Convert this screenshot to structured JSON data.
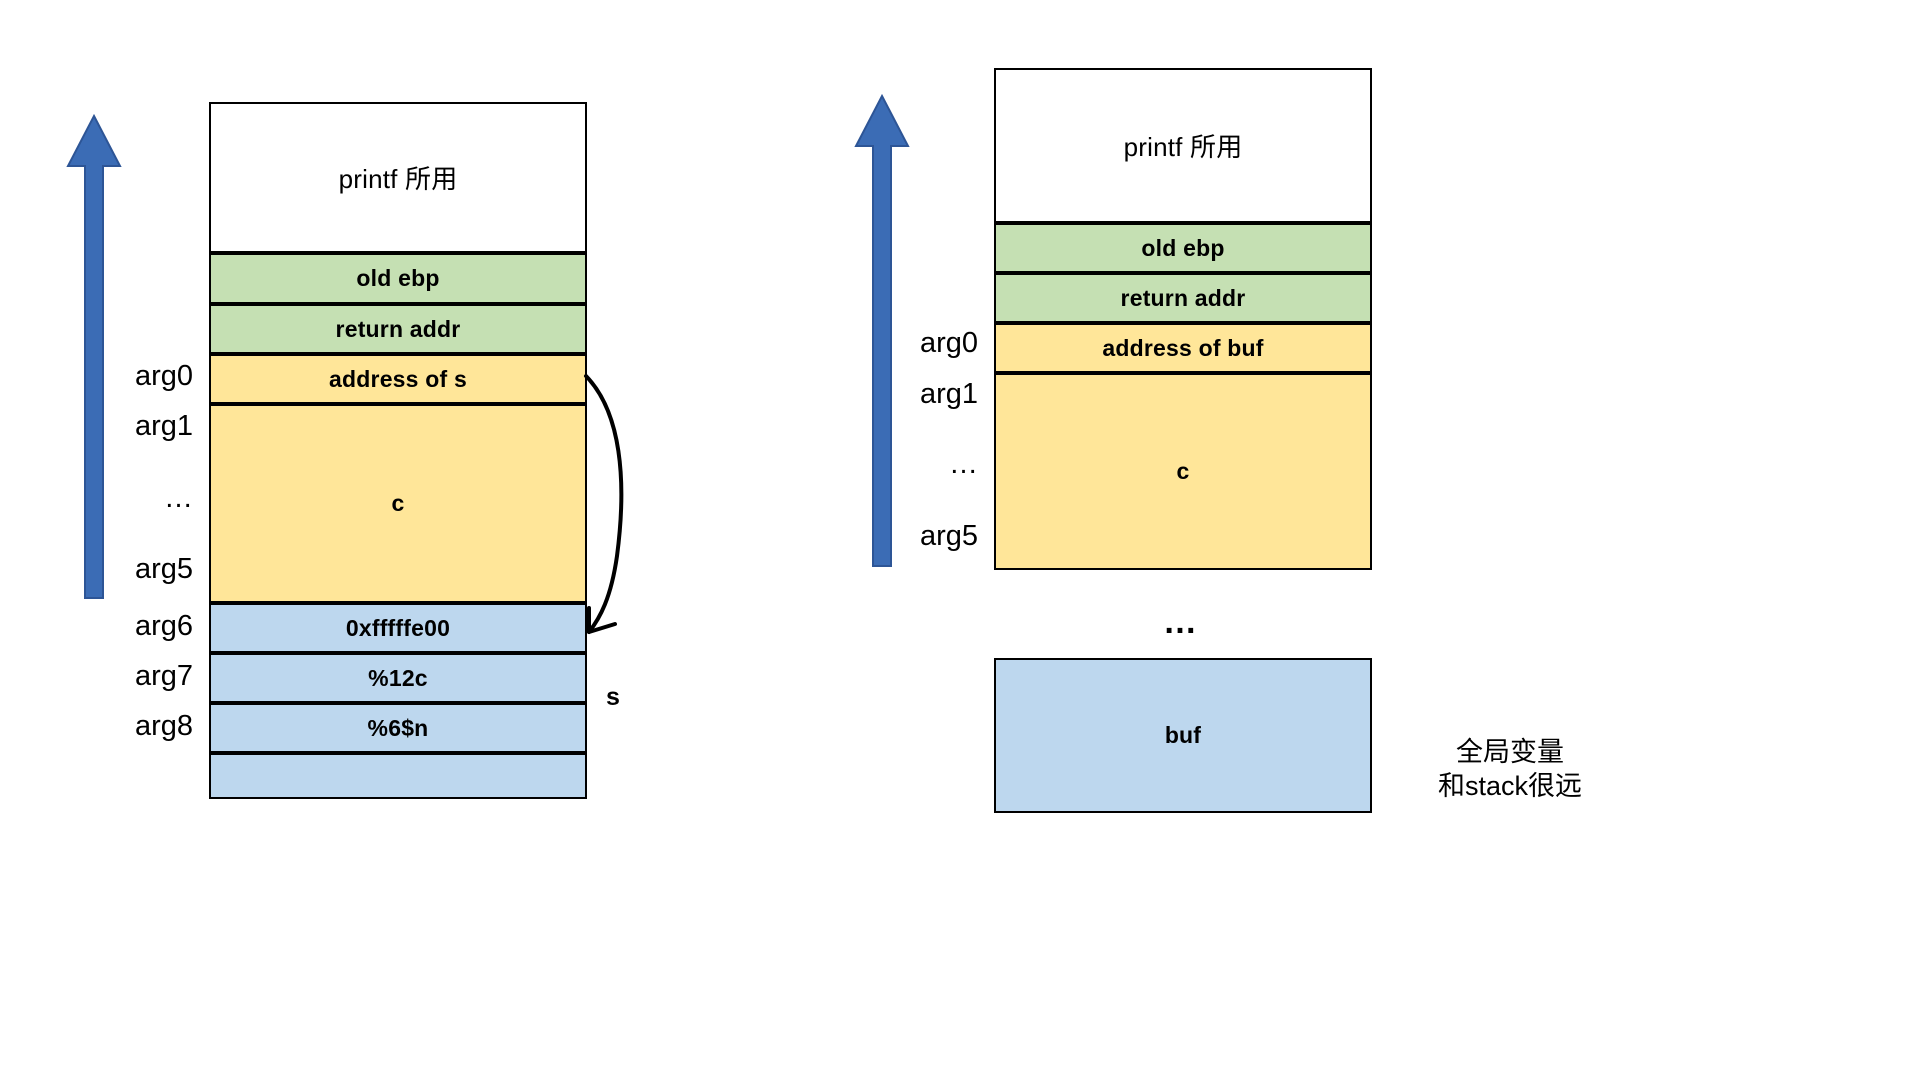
{
  "diagram": {
    "title_semantic": "printf-format-string-stack-layout",
    "colors": {
      "white": "#ffffff",
      "green": "#c5e0b3",
      "yellow": "#ffe699",
      "blue": "#bdd7ee",
      "arrow_blue": "#3b6cb5",
      "stroke": "#000000"
    },
    "left_stack": {
      "name": "stack-on-stack-case",
      "cells": [
        {
          "label": "printf 所用",
          "color": "white",
          "bold": false
        },
        {
          "label": "old ebp",
          "color": "green",
          "bold": true
        },
        {
          "label": "return addr",
          "color": "green",
          "bold": true
        },
        {
          "label": "address of s",
          "color": "yellow",
          "bold": true
        },
        {
          "label": "c",
          "color": "yellow",
          "bold": true
        },
        {
          "label": "0xfffffe00",
          "color": "blue",
          "bold": true
        },
        {
          "label": "%12c",
          "color": "blue",
          "bold": true
        },
        {
          "label": "%6$n",
          "color": "blue",
          "bold": true
        },
        {
          "label": "",
          "color": "blue",
          "bold": true
        }
      ],
      "arg_labels": [
        "arg0",
        "arg1",
        "…",
        "arg5",
        "arg6",
        "arg7",
        "arg8"
      ],
      "side_label": "s"
    },
    "right_stack": {
      "name": "global-buf-case",
      "cells": [
        {
          "label": "printf 所用",
          "color": "white",
          "bold": false
        },
        {
          "label": "old ebp",
          "color": "green",
          "bold": true
        },
        {
          "label": "return addr",
          "color": "green",
          "bold": true
        },
        {
          "label": "address of buf",
          "color": "yellow",
          "bold": true
        },
        {
          "label": "c",
          "color": "yellow",
          "bold": true
        }
      ],
      "arg_labels": [
        "arg0",
        "arg1",
        "…",
        "arg5"
      ],
      "gap_dots": "…",
      "buf_cell": {
        "label": "buf",
        "color": "blue"
      },
      "note": "全局变量\n和stack很远"
    }
  }
}
